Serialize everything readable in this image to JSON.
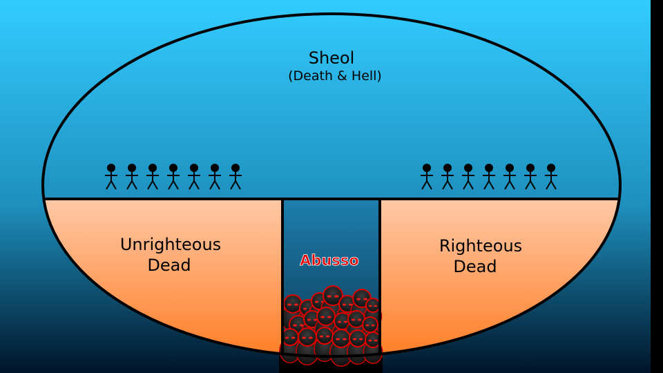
{
  "title": "Sheol",
  "subtitle": "(Death & Hell)",
  "left_label": [
    "Unrighteous",
    "Dead"
  ],
  "center_label": "Abusso",
  "right_label": [
    "Righteous",
    "Dead"
  ],
  "left_figure_count": 7,
  "right_figure_count": 7,
  "colors": {
    "sky_top": "#33ccff",
    "sky_bottom": "#001529",
    "lower_top": "#ffc9a8",
    "lower_bottom": "#ff7a1f",
    "abyss_label": "#e00000",
    "outline": "#000000"
  }
}
